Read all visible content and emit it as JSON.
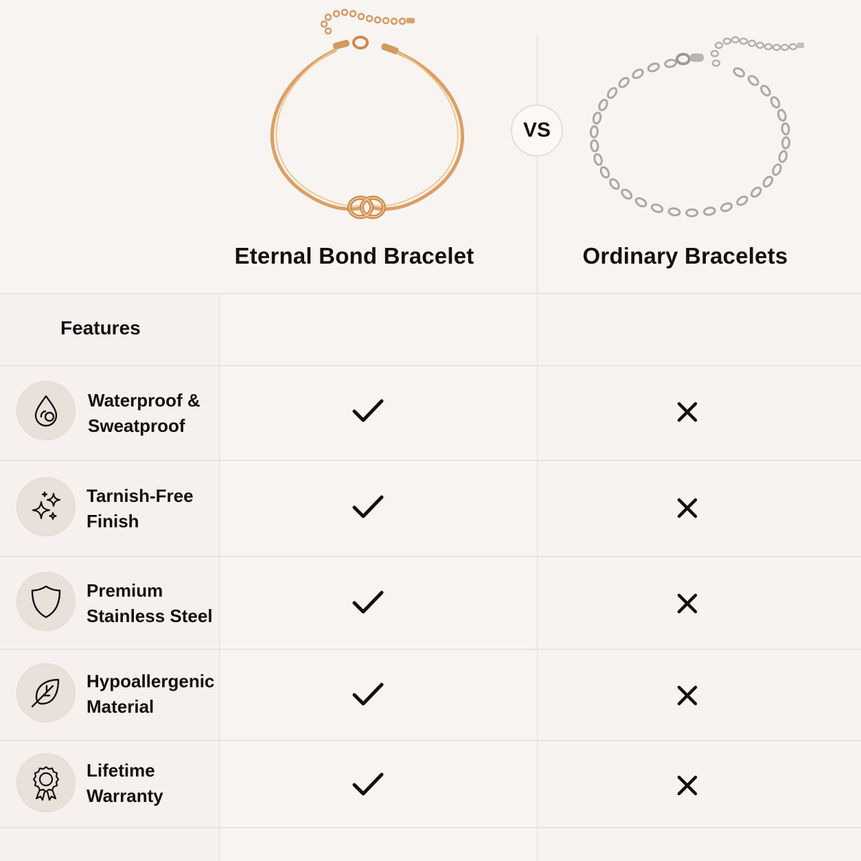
{
  "header": {
    "left_product_title": "Eternal Bond Bracelet",
    "right_product_title": "Ordinary Bracelets",
    "vs_label": "VS"
  },
  "table": {
    "features_header": "Features",
    "rows": [
      {
        "line1": "Waterproof &",
        "line2": "Sweatproof",
        "icon": "water-drop-icon",
        "left": "check",
        "right": "cross"
      },
      {
        "line1": "Tarnish-Free",
        "line2": "Finish",
        "icon": "sparkles-icon",
        "left": "check",
        "right": "cross"
      },
      {
        "line1": "Premium",
        "line2": "Stainless Steel",
        "icon": "shield-icon",
        "left": "check",
        "right": "cross"
      },
      {
        "line1": "Hypoallergenic",
        "line2": "Material",
        "icon": "leaf-icon",
        "left": "check",
        "right": "cross"
      },
      {
        "line1": "Lifetime",
        "line2": "Warranty",
        "icon": "award-ribbon-icon",
        "left": "check",
        "right": "cross"
      }
    ]
  },
  "colors": {
    "background": "#f7f3f0",
    "icon_circle": "#e9e0da",
    "gold": "#d9a066",
    "silver": "#b8b8b8"
  }
}
